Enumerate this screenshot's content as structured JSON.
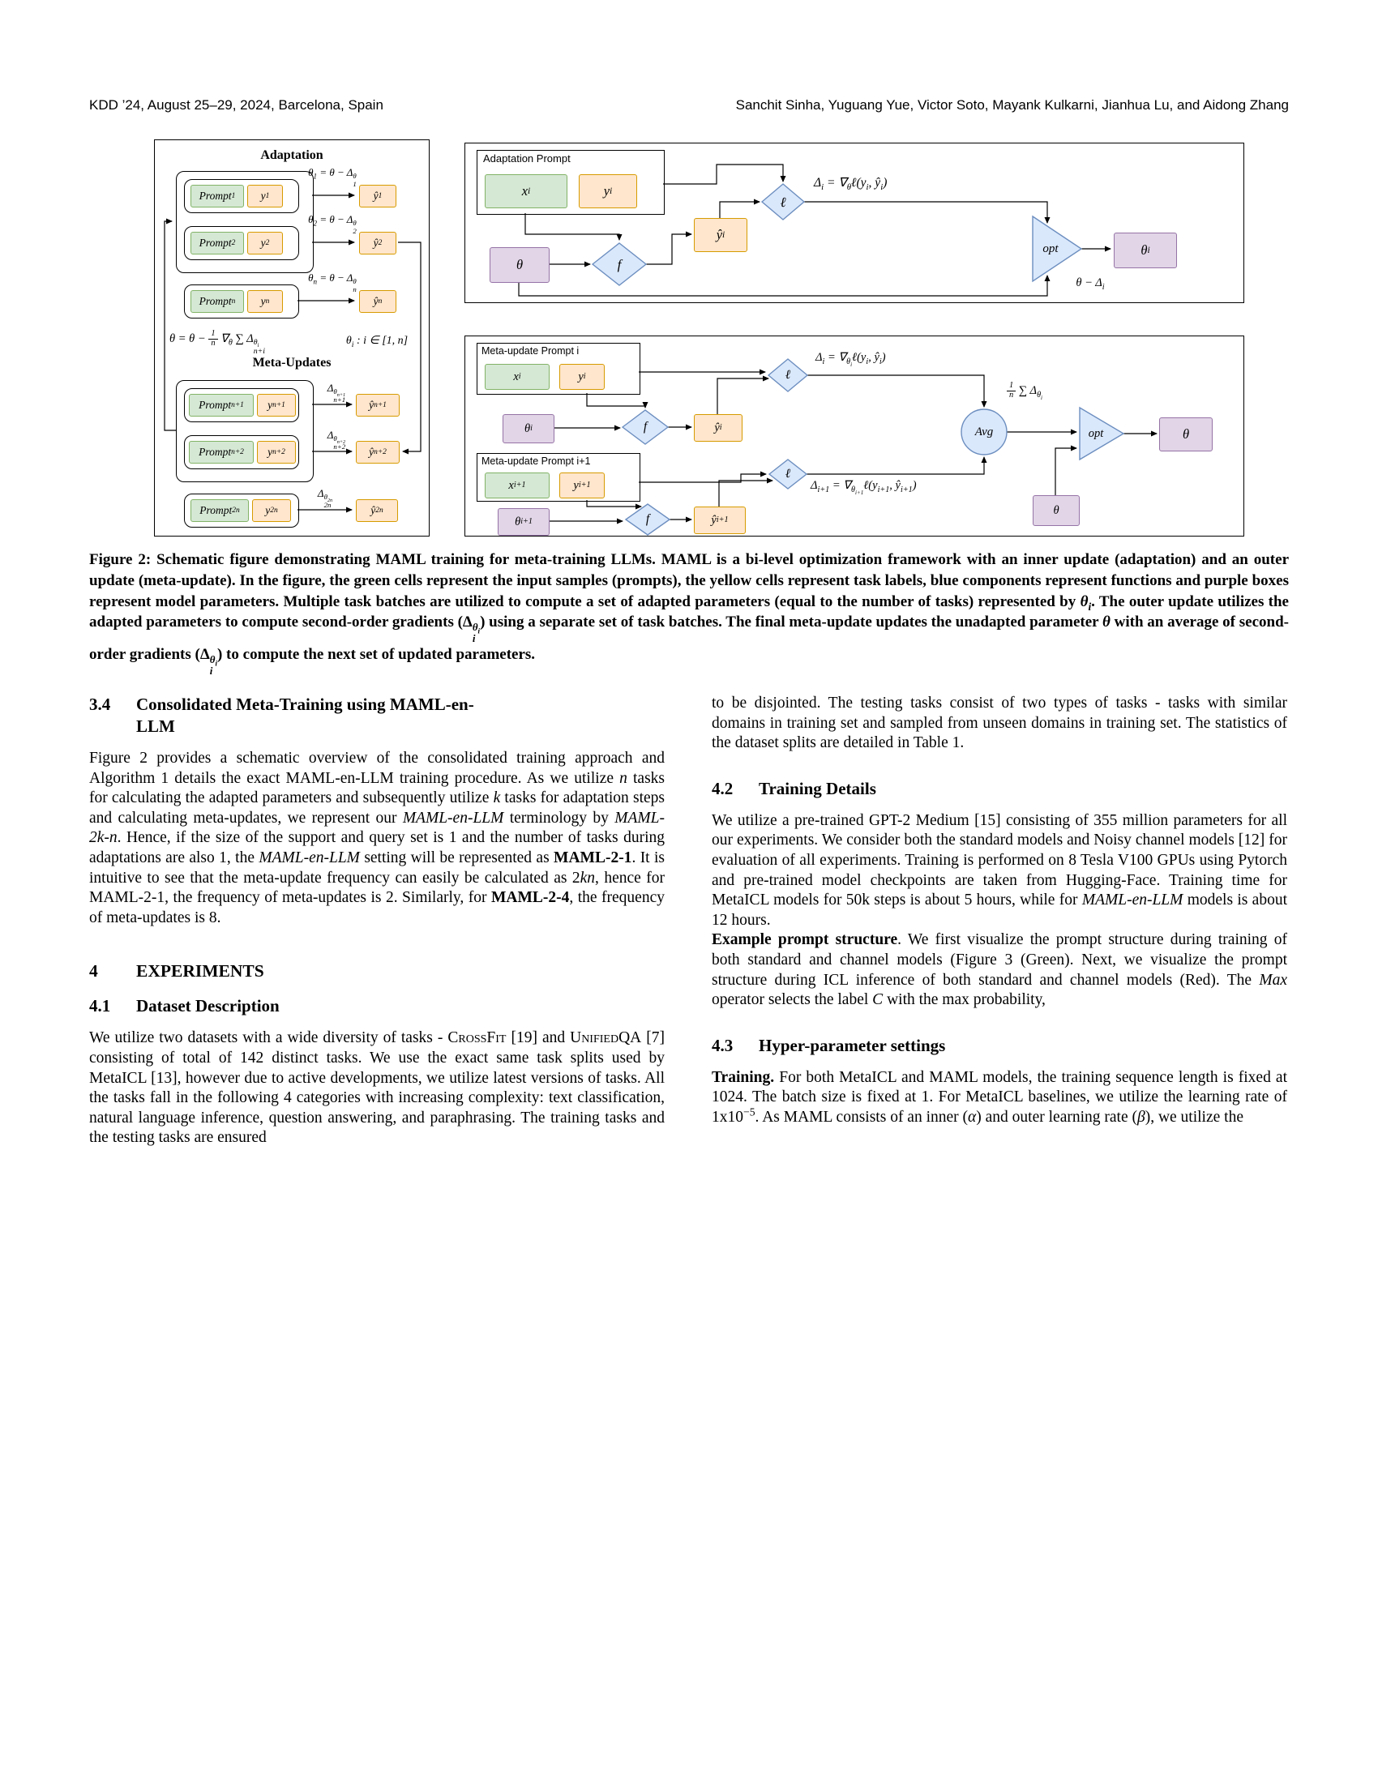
{
  "header": {
    "left": "KDD ’24, August 25–29, 2024, Barcelona, Spain",
    "right": "Sanchit Sinha, Yuguang Yue, Victor Soto, Mayank Kulkarni, Jianhua Lu, and Aidong Zhang"
  },
  "colors": {
    "input_green_fill": "#d5e8d4",
    "input_green_stroke": "#82b366",
    "label_yellow_fill": "#ffe6cc",
    "label_yellow_stroke": "#d79b00",
    "function_blue_fill": "#dae8fc",
    "function_blue_stroke": "#6c8ebf",
    "param_purple_fill": "#e1d5e7",
    "param_purple_stroke": "#9673a6"
  },
  "figure": {
    "left": {
      "adaptation_title": "Adaptation",
      "meta_title": "Meta-Updates",
      "adapt_rows": [
        {
          "prompt": "Prompt<sub>1</sub>",
          "y": "y<sub>1</sub>",
          "eq": "θ<sub>1</sub> = θ − Δ<span class='ss'><span>θ</span><span>1</span></span>",
          "yhat": "ŷ<sub>1</sub>"
        },
        {
          "prompt": "Prompt<sub>2</sub>",
          "y": "y<sub>2</sub>",
          "eq": "θ<sub>2</sub> = θ − Δ<span class='ss'><span>θ</span><span>2</span></span>",
          "yhat": "ŷ<sub>2</sub>"
        },
        {
          "prompt": "Prompt<sub>n</sub>",
          "y": "y<sub>n</sub>",
          "eq": "θ<sub>n</sub> = θ − Δ<span class='ss'><span>θ</span><span>n</span></span>",
          "yhat": "ŷ<sub>n</sub>"
        }
      ],
      "mid_eq": "θ = θ − <span class='frac'><span>1</span><span>n</span></span> ∇<sub>θ</sub> ∑ Δ<span class='ss'><span>θ<sub>i</sub></span><span>n+i</span></span>",
      "mid_cond": "θ<sub>i</sub> : i ∈ [1, n]",
      "meta_rows": [
        {
          "prompt": "Prompt<sub>n+1</sub>",
          "y": "y<sub>n+1</sub>",
          "eq": "Δ<span class='ss'><span>θ<sub>n+1</sub></span><span>n+1</span></span>",
          "yhat": "ŷ<sub>n+1</sub>"
        },
        {
          "prompt": "Prompt<sub>n+2</sub>",
          "y": "y<sub>n+2</sub>",
          "eq": "Δ<span class='ss'><span>θ<sub>n+2</sub></span><span>n+2</span></span>",
          "yhat": "ŷ<sub>n+2</sub>"
        },
        {
          "prompt": "Prompt<sub>2n</sub>",
          "y": "y<sub>2n</sub>",
          "eq": "Δ<span class='ss'><span>θ<sub>2n</sub></span><span>2n</span></span>",
          "yhat": "ŷ<sub>2n</sub>"
        }
      ]
    },
    "top_right": {
      "frame_title": "Adaptation Prompt",
      "x": "x<sub>i</sub>",
      "y": "y<sub>i</sub>",
      "theta": "θ",
      "f": "f",
      "yhat": "ŷ<sub>i</sub>",
      "loss": "ℓ",
      "delta_eq": "Δ<sub>i</sub> = ∇<sub>θ</sub>ℓ(y<sub>i</sub>, ŷ<sub>i</sub>)",
      "opt": "opt",
      "theta_i": "θ<sub>i</sub>",
      "theta_update": "θ − Δ<sub>i</sub>"
    },
    "bottom_right": {
      "frame_title_i": "Meta-update Prompt i",
      "frame_title_i1": "Meta-update Prompt i+1",
      "x_i": "x<sub>i</sub>",
      "y_i": "y<sub>i</sub>",
      "theta_i": "θ<sub>i</sub>",
      "f": "f",
      "yhat_i": "ŷ<sub>i</sub>",
      "loss": "ℓ",
      "delta_i_eq": "Δ<sub>i</sub> = ∇<sub>θ<sub>i</sub></sub>ℓ(y<sub>i</sub>, ŷ<sub>i</sub>)",
      "x_i1": "x<sub>i+1</sub>",
      "y_i1": "y<sub>i+1</sub>",
      "theta_i1": "θ<sub>i+1</sub>",
      "yhat_i1": "ŷ<sub>i+1</sub>",
      "delta_i1_eq": "Δ<sub>i+1</sub> = ∇<sub>θ<sub>i+1</sub></sub>ℓ(y<sub>i+1</sub>, ŷ<sub>i+1</sub>)",
      "avg": "Avg",
      "avg_eq": "<span class='frac'><span>1</span><span>n</span></span> ∑ Δ<sub>θ<sub>i</sub></sub>",
      "opt": "opt",
      "theta_in": "θ",
      "theta_out": "θ"
    }
  },
  "caption": "Figure 2: Schematic figure demonstrating MAML training for meta-training LLMs. MAML is a bi-level optimization framework with an inner update (adaptation) and an outer update (meta-update). In the figure, the green cells represent the input samples (prompts), the yellow cells represent task labels, blue components represent functions and purple boxes represent model parameters. Multiple task batches are utilized to compute a set of adapted parameters (equal to the number of tasks) represented by <i>θ<sub>i</sub></i>. The outer update utilizes the adapted parameters to compute second-order gradients (Δ<span class='ss'><span><i>θ<sub>i</sub></i></span><span><i>i</i></span></span>) using a separate set of task batches. The final meta-update updates the unadapted parameter <i>θ</i> with an average of second-order gradients (Δ<span class='ss'><span><i>θ<sub>i</sub></i></span><span><i>i</i></span></span>) to compute the next set of updated parameters.",
  "sections": {
    "s34": {
      "number": "3.4",
      "title": "Consolidated Meta-Training using MAML-en-LLM",
      "body": "Figure 2 provides a schematic overview of the consolidated training approach and Algorithm 1 details the exact MAML-en-LLM training procedure. As we utilize <i>n</i> tasks for calculating the adapted parameters and subsequently utilize <i>k</i> tasks for adaptation steps and calculating meta-updates, we represent our <i>MAML-en-LLM</i> terminology by <i>MAML-2k-n</i>. Hence, if the size of the support and query set is 1 and the number of tasks during adaptations are also 1, the <i>MAML-en-LLM</i> setting will be represented as <b>MAML-2-1</b>. It is intuitive to see that the meta-update frequency can easily be calculated as 2<i>kn</i>, hence for MAML-2-1, the frequency of meta-updates is 2. Similarly, for <b>MAML-2-4</b>, the frequency of meta-updates is 8."
    },
    "cont": {
      "body": "to be disjointed. The testing tasks consist of two types of tasks - tasks with similar domains in training set and sampled from unseen domains in training set. The statistics of the dataset splits are detailed in Table 1."
    },
    "s4": {
      "number": "4",
      "title": "EXPERIMENTS"
    },
    "s41": {
      "number": "4.1",
      "title": "Dataset Description",
      "body": "We utilize two datasets with a wide diversity of tasks - <span class='sc'>CrossFit</span> [19] and <span class='sc'>UnifiedQA</span> [7] consisting of total of 142 distinct tasks. We use the exact same task splits used by MetaICL [13], however due to active developments, we utilize latest versions of tasks. All the tasks fall in the following 4 categories with increasing complexity: text classification, natural language inference, question answering, and paraphrasing. The training tasks and the testing tasks are ensured"
    },
    "s42": {
      "number": "4.2",
      "title": "Training Details",
      "body": "We utilize a pre-trained GPT-2 Medium [15] consisting of 355 million parameters for all our experiments. We consider both the standard models and Noisy channel models [12] for evaluation of all experiments. Training is performed on 8 Tesla V100 GPUs using Pytorch and pre-trained model checkpoints are taken from Hugging-Face. Training time for MetaICL models for 50k steps is about 5 hours, while for <i>MAML-en-LLM</i> models is about 12 hours.",
      "body2": "<b>Example prompt structure</b>. We first visualize the prompt structure during training of both standard and channel models (Figure 3 (Green). Next, we visualize the prompt structure during ICL inference of both standard and channel models (Red). The <i>Max</i> operator selects the label <i>C</i> with the max probability,"
    },
    "s43": {
      "number": "4.3",
      "title": "Hyper-parameter settings",
      "body": "<b>Training.</b> For both MetaICL and MAML models, the training sequence length is fixed at 1024. The batch size is fixed at 1. For MetaICL baselines, we utilize the learning rate of 1x10<sup>−5</sup>. As MAML consists of an inner (<i>α</i>) and outer learning rate (<i>β</i>), we utilize the"
    }
  }
}
